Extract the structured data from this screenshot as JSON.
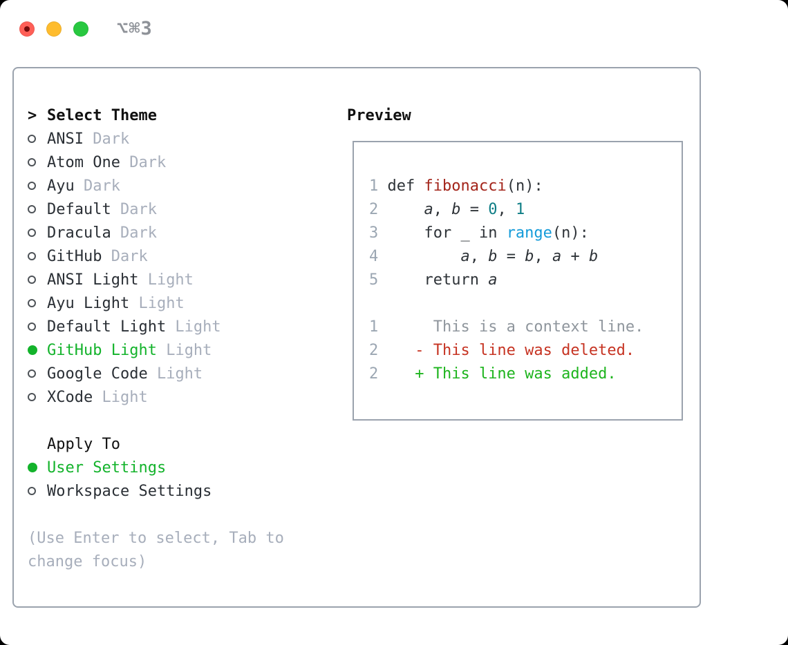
{
  "window": {
    "shortcut": "⌥⌘3"
  },
  "colors": {
    "green_selected": "#13b32b",
    "green_added": "#1db41d",
    "red_deleted": "#c63322",
    "red_function": "#a3241a",
    "teal_literal": "#0d7d85",
    "blue_function": "#149bd9",
    "line_number": "#9ba6b2",
    "code_text": "#2e3338",
    "context_text": "#8f969d",
    "list_text": "#2a2f35",
    "muted_text": "#a7aebb",
    "border": "#9aa2ad",
    "ring": "#4d5257",
    "header_text": "#111111",
    "shortcut_text": "#8e9298",
    "traffic_red": "#ff5f57",
    "traffic_red_dot": "#750b0b",
    "traffic_yellow": "#febc2e",
    "traffic_green": "#28c840"
  },
  "theme_panel": {
    "prompt": ">",
    "header": "Select Theme",
    "themes": [
      {
        "name": "ANSI",
        "variant": "Dark",
        "selected": false
      },
      {
        "name": "Atom One",
        "variant": "Dark",
        "selected": false
      },
      {
        "name": "Ayu",
        "variant": "Dark",
        "selected": false
      },
      {
        "name": "Default",
        "variant": "Dark",
        "selected": false
      },
      {
        "name": "Dracula",
        "variant": "Dark",
        "selected": false
      },
      {
        "name": "GitHub",
        "variant": "Dark",
        "selected": false
      },
      {
        "name": "ANSI Light",
        "variant": "Light",
        "selected": false
      },
      {
        "name": "Ayu Light",
        "variant": "Light",
        "selected": false
      },
      {
        "name": "Default Light",
        "variant": "Light",
        "selected": false
      },
      {
        "name": "GitHub Light",
        "variant": "Light",
        "selected": true
      },
      {
        "name": "Google Code",
        "variant": "Light",
        "selected": false
      },
      {
        "name": "XCode",
        "variant": "Light",
        "selected": false
      }
    ],
    "apply_header": "Apply To",
    "apply_options": [
      {
        "name": "User Settings",
        "selected": true
      },
      {
        "name": "Workspace Settings",
        "selected": false
      }
    ],
    "hint_line1": "(Use Enter to select, Tab to",
    "hint_line2": "change focus)"
  },
  "preview": {
    "header": "Preview",
    "lines": [
      {
        "tokens": [
          {
            "t": "1",
            "c": "num"
          },
          {
            "t": " def ",
            "c": "code"
          },
          {
            "t": "fibonacci",
            "c": "fn"
          },
          {
            "t": "(n):",
            "c": "code"
          }
        ]
      },
      {
        "tokens": [
          {
            "t": "2",
            "c": "num"
          },
          {
            "t": "     ",
            "c": "code"
          },
          {
            "t": "a",
            "c": "var"
          },
          {
            "t": ", ",
            "c": "code"
          },
          {
            "t": "b",
            "c": "var"
          },
          {
            "t": " = ",
            "c": "code"
          },
          {
            "t": "0",
            "c": "lit"
          },
          {
            "t": ", ",
            "c": "code"
          },
          {
            "t": "1",
            "c": "lit"
          }
        ]
      },
      {
        "tokens": [
          {
            "t": "3",
            "c": "num"
          },
          {
            "t": "     for _ in ",
            "c": "code"
          },
          {
            "t": "range",
            "c": "kw"
          },
          {
            "t": "(n):",
            "c": "code"
          }
        ]
      },
      {
        "tokens": [
          {
            "t": "4",
            "c": "num"
          },
          {
            "t": "         ",
            "c": "code"
          },
          {
            "t": "a",
            "c": "var"
          },
          {
            "t": ", ",
            "c": "code"
          },
          {
            "t": "b",
            "c": "var"
          },
          {
            "t": " = ",
            "c": "code"
          },
          {
            "t": "b",
            "c": "var"
          },
          {
            "t": ", ",
            "c": "code"
          },
          {
            "t": "a",
            "c": "var"
          },
          {
            "t": " + ",
            "c": "code"
          },
          {
            "t": "b",
            "c": "var"
          }
        ]
      },
      {
        "tokens": [
          {
            "t": "5",
            "c": "num"
          },
          {
            "t": "     return ",
            "c": "code"
          },
          {
            "t": "a",
            "c": "var"
          }
        ]
      },
      {
        "tokens": []
      },
      {
        "tokens": [
          {
            "t": "1",
            "c": "num"
          },
          {
            "t": "      This is a context line.",
            "c": "ctx"
          }
        ]
      },
      {
        "tokens": [
          {
            "t": "2",
            "c": "num"
          },
          {
            "t": "    - This line was deleted.",
            "c": "del"
          }
        ]
      },
      {
        "tokens": [
          {
            "t": "2",
            "c": "num"
          },
          {
            "t": "    + This line was added.",
            "c": "add"
          }
        ]
      }
    ]
  }
}
